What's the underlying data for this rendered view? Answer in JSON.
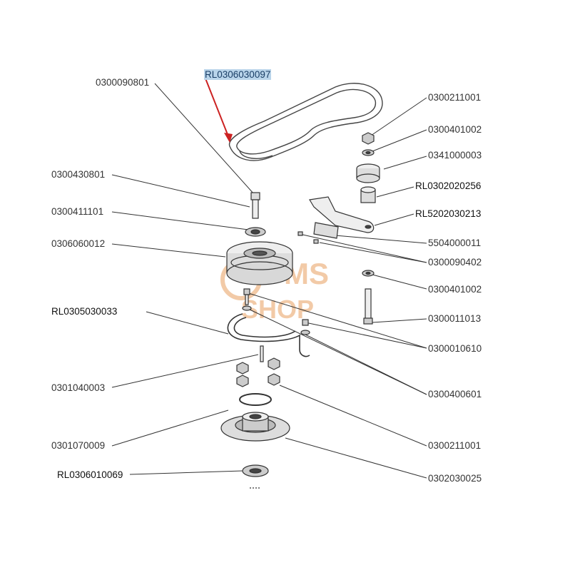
{
  "diagram": {
    "highlight_color": "#b9d4ea",
    "arrow_color": "#cc2222",
    "watermark_color": "#e8a060",
    "watermark": {
      "line1": "MS",
      "line2": "SHOP"
    },
    "parts_left": {
      "p1": "0300090801",
      "p2": "0300430801",
      "p3": "0300411101",
      "p4": "0306060012",
      "p5": "RL0305030033",
      "p6": "0301040003",
      "p7": "0301070009",
      "p8": "RL0306010069"
    },
    "parts_right": {
      "p1": "0300211001",
      "p2": "0300401002",
      "p3": "0341000003",
      "p4": "RL0302020256",
      "p5": "RL5202030213",
      "p6": "5504000011",
      "p7": "0300090402",
      "p8": "0300401002",
      "p9": "0300011013",
      "p10": "0300010610",
      "p11": "0300400601",
      "p12": "0300211001",
      "p13": "0302030025"
    },
    "belt_label": "RL0306030097"
  }
}
